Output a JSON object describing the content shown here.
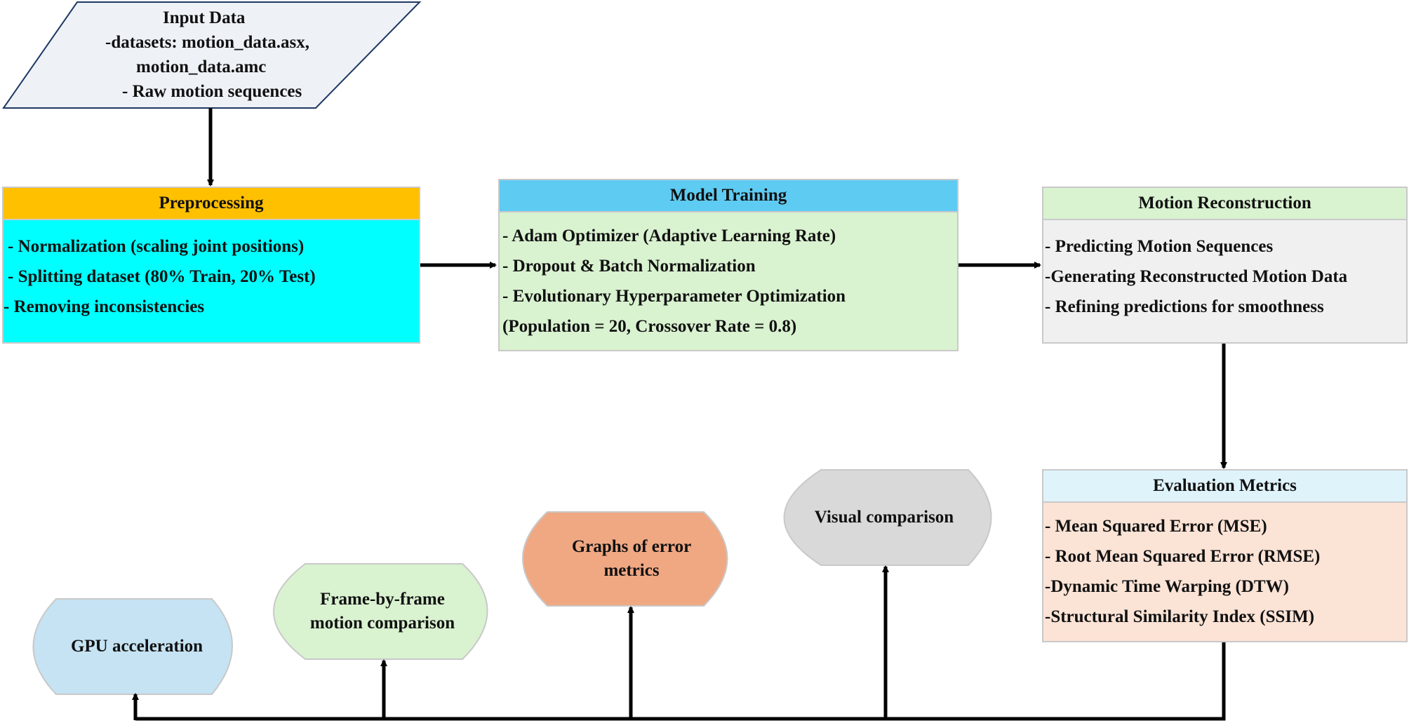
{
  "input_data": {
    "lines": [
      "Input Data",
      "-datasets: motion_data.asx,",
      "motion_data.amc",
      "- Raw motion sequences"
    ]
  },
  "preprocessing": {
    "title": "Preprocessing",
    "lines": [
      "- Normalization (scaling joint positions)",
      "- Splitting dataset (80% Train, 20% Test)",
      "- Removing inconsistencies"
    ]
  },
  "model_training": {
    "title": "Model Training",
    "lines": [
      "- Adam Optimizer (Adaptive Learning Rate)",
      "- Dropout & Batch Normalization",
      "- Evolutionary Hyperparameter Optimization",
      "(Population = 20, Crossover Rate = 0.8)"
    ]
  },
  "motion_reconstruction": {
    "title": "Motion Reconstruction",
    "lines": [
      "- Predicting Motion Sequences",
      "-Generating Reconstructed Motion Data",
      "- Refining predictions for smoothness"
    ]
  },
  "evaluation_metrics": {
    "title": "Evaluation Metrics",
    "lines": [
      "- Mean Squared Error (MSE)",
      "- Root Mean Squared Error (RMSE)",
      "-Dynamic Time Warping (DTW)",
      "-Structural Similarity Index (SSIM)"
    ]
  },
  "outputs": {
    "gpu": "GPU acceleration",
    "frame": [
      "Frame-by-frame",
      "motion comparison"
    ],
    "graphs": [
      "Graphs of error",
      "metrics"
    ],
    "visual": "Visual comparison"
  },
  "colors": {
    "input_fill": "#eef2f6",
    "input_border": "#1f3864",
    "preprocessing_header": "#ffc000",
    "preprocessing_body": "#00ffff",
    "training_header": "#5ecbf2",
    "training_body": "#d9f2d0",
    "reconstruction_header": "#d9f2d0",
    "reconstruction_body": "#f0f0f0",
    "evaluation_header": "#dff3fb",
    "evaluation_body": "#fbe3d6",
    "gpu_fill": "#c5e3f3",
    "frame_fill": "#d9f2d0",
    "graphs_fill": "#f0a883",
    "visual_fill": "#d9d9d9"
  }
}
